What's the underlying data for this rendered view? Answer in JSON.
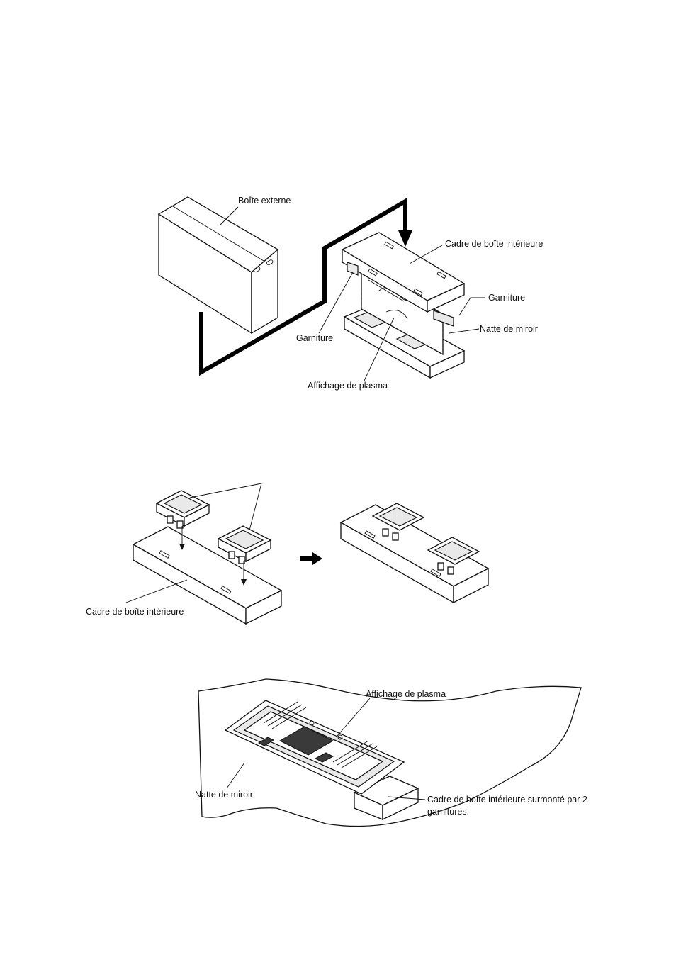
{
  "figure1": {
    "outer_box": "Boîte externe",
    "inner_frame": "Cadre de boîte intérieure",
    "cushion_right": "Garniture",
    "mirror_mat": "Natte de miroir",
    "cushion_left": "Garniture",
    "plasma_display": "Affichage de plasma"
  },
  "figure2": {
    "inner_frame": "Cadre de boîte intérieure"
  },
  "figure3": {
    "plasma_display": "Affichage de plasma",
    "mirror_mat": "Natte de miroir",
    "inner_frame_line1": "Cadre de boîte intérieure surmonté par 2",
    "inner_frame_line2": "garnitures."
  }
}
